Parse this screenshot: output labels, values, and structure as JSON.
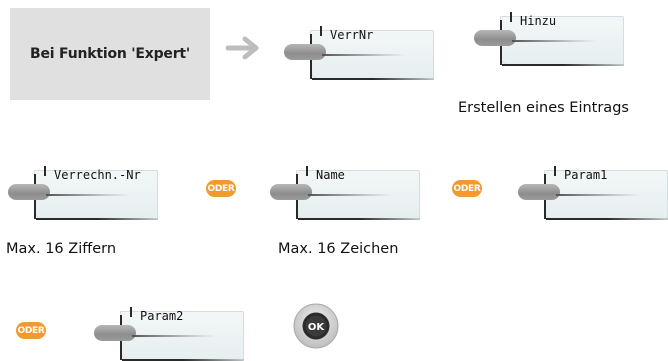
{
  "intro": {
    "label": "Bei Funktion 'Expert'"
  },
  "softkeys": {
    "verrnr": "VerrNr",
    "hinzu": "Hinzu",
    "verrechn_nr": "Verrechn.-Nr",
    "name": "Name",
    "param1": "Param1",
    "param2": "Param2"
  },
  "captions": {
    "erstellen": "Erstellen eines Eintrags",
    "max_ziffern": "Max. 16 Ziffern",
    "max_zeichen": "Max. 16 Zeichen"
  },
  "oder_label": "ODER",
  "ok_label": "OK",
  "colors": {
    "accent": "#f19a2e",
    "box": "#e0e0e0"
  }
}
